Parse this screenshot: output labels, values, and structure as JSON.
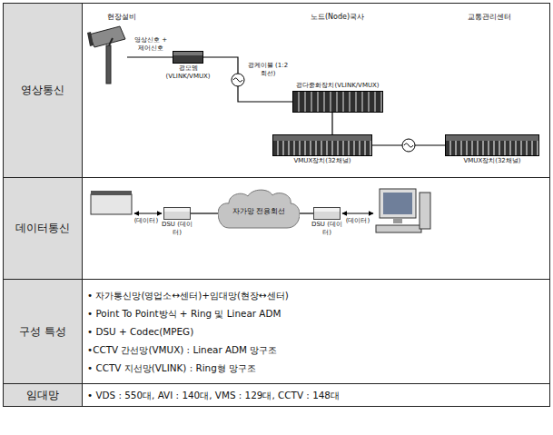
{
  "diagram": {
    "nodes": [
      {
        "text": [
          "영상통신"
        ]
      },
      {
        "text": [
          "광모뎀 (VLINK/VMUX)"
        ]
      },
      {
        "text": [
          "광다중화장치(VLINK/VMUX)"
        ]
      },
      {
        "text": [
          "VMUX장치(32채널)"
        ]
      },
      {
        "text": [
          "VMUX장치(32채널)"
        ]
      },
      {
        "text": [
          "데이터통신"
        ]
      },
      {
        "text": [
          "DSU (데이터)"
        ]
      },
      {
        "text": [
          "자가망 전용회선"
        ]
      },
      {
        "text": [
          "DSU (데이터)"
        ]
      },
      {
        "text": [
          "구성 특성"
        ]
      },
      {
        "text": [
          "• 자가통신망(영업소↔센터)+임대망(현장↔센터)",
          "• Point To Point방식 + Ring 및 Linear ADM",
          "• DSU + Codec(MPEG)",
          "•CCTV 간선망(VMUX) : Linear ADM 망구조",
          "• CCTV 지선망(VLINK) : Ring형 망구조"
        ]
      },
      {
        "text": [
          "임대망"
        ]
      },
      {
        "text": [
          "• VDS : 550대, AVI : 140대, VMS : 129대, CCTV : 148대"
        ]
      }
    ],
    "edges": [
      {
        "from": 1,
        "to": 2,
        "arrow": "none",
        "label": "광케이블 (1:2회선)"
      },
      {
        "from": 2,
        "to": 3,
        "arrow": "none"
      },
      {
        "from": 3,
        "to": 4,
        "arrow": "none"
      },
      {
        "from": 6,
        "to": 7,
        "arrow": "none"
      },
      {
        "from": 7,
        "to": 8,
        "arrow": "none"
      }
    ],
    "labels": [
      "현장설비",
      "영상신호 + 제어신호",
      "노드(Node)국사",
      "교통관리센터",
      "(데이터)",
      "(데이터)"
    ]
  }
}
